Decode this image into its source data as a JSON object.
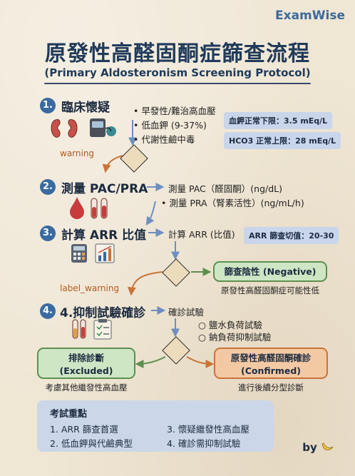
{
  "brand": "ExamWise",
  "title": "原發性高醛固酮症篩查流程",
  "subtitle": "(Primary Aldosteronism Screening Protocol)",
  "step1": {
    "num": "1.",
    "title": "臨床懷疑",
    "bullets": [
      "早發性/難治高血壓",
      "低血鉀 (9-37%)",
      "代謝性鹼中毒"
    ],
    "chips": [
      "血鉀正常下限：3.5 mEq/L",
      "HCO3 正常上限：28 mEq/L"
    ],
    "icons": [
      "kidney-icon",
      "blood-pressure-monitor-icon"
    ]
  },
  "warning1": "warning",
  "step2": {
    "num": "2.",
    "title": "測量 PAC/PRA",
    "bullets": [
      "測量 PAC（醛固酮）(ng/dL)",
      "測量 PRA（腎素活性）(ng/mL/h)"
    ],
    "icons": [
      "blood-drop-icon",
      "test-tubes-icon"
    ]
  },
  "step3": {
    "num": "3.",
    "title": "計算 ARR 比值",
    "text": "計算 ARR (比值)",
    "chip": "ARR 篩查切值：20-30",
    "icons": [
      "calculator-icon",
      "bar-chart-icon"
    ]
  },
  "negative": {
    "label": "篩查陰性 (Negative)",
    "caption": "原發性高醛固酮症可能性低"
  },
  "warning2": "label_warning",
  "step4": {
    "num": "4.",
    "title": "4.抑制試驗確診",
    "text": "確診試驗",
    "items": [
      "鹽水負荷試驗",
      "鈉負荷抑制試驗"
    ],
    "icons": [
      "test-tubes-icon",
      "clipboard-icon"
    ]
  },
  "excluded": {
    "line1": "排除診斷",
    "line2": "(Excluded)",
    "caption": "考慮其他繼發性高血壓"
  },
  "confirmed": {
    "line1": "原發性高醛固酮確診",
    "line2": "(Confirmed)",
    "caption": "進行後續分型診斷"
  },
  "summary": {
    "title": "考試重點",
    "items": [
      "1. ARR 篩查首選",
      "3. 懷疑繼發性高血壓",
      "2. 低血鉀與代鹼典型",
      "4. 確診需抑制試驗"
    ]
  },
  "by": "by",
  "colors": {
    "blue": "#3a6aa0",
    "orange": "#c9743a",
    "green": "#5c9050"
  }
}
